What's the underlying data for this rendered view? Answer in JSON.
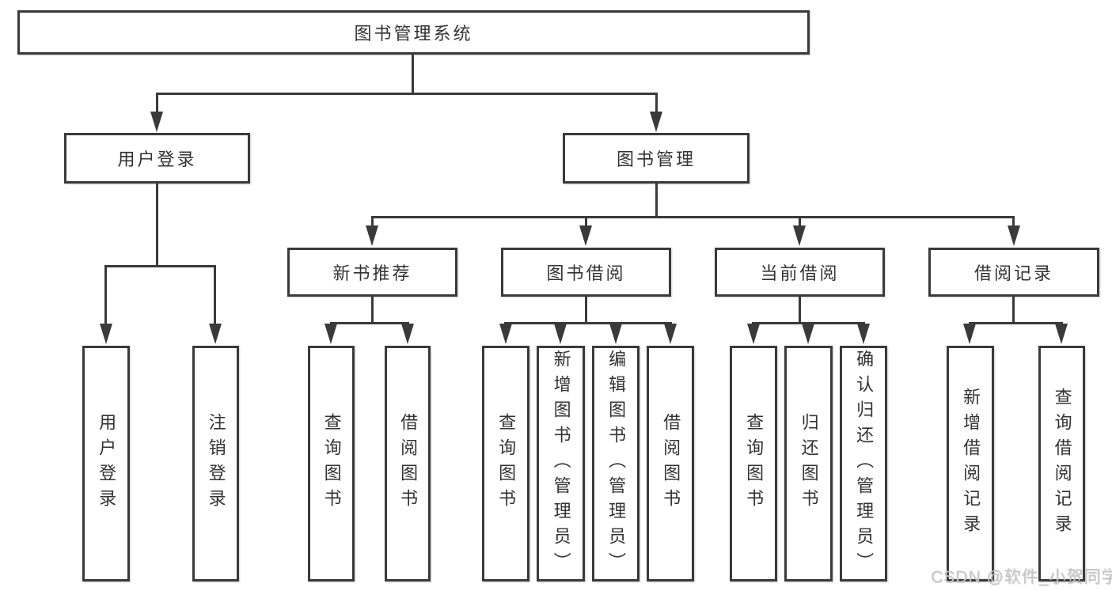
{
  "colors": {
    "line": "#3a3a3a",
    "text": "#333333",
    "background": "#ffffff",
    "watermark": "#c6c6c6"
  },
  "nodes": {
    "root": {
      "label": "图书管理系统"
    },
    "user_login": {
      "label": "用户登录"
    },
    "book_mgmt": {
      "label": "图书管理"
    },
    "new_books": {
      "label": "新书推荐"
    },
    "book_borrow": {
      "label": "图书借阅"
    },
    "current_borrow": {
      "label": "当前借阅"
    },
    "borrow_records": {
      "label": "借阅记录"
    },
    "leaf_user_login": {
      "label": "用户登录"
    },
    "leaf_logout": {
      "label": "注销登录"
    },
    "leaf_nb_query": {
      "label": "查询图书"
    },
    "leaf_nb_borrow": {
      "label": "借阅图书"
    },
    "leaf_bb_query": {
      "label": "查询图书"
    },
    "leaf_bb_add": {
      "label": "新增图书（管理员）"
    },
    "leaf_bb_edit": {
      "label": "编辑图书（管理员）"
    },
    "leaf_bb_borrow": {
      "label": "借阅图书"
    },
    "leaf_cb_query": {
      "label": "查询图书"
    },
    "leaf_cb_return": {
      "label": "归还图书"
    },
    "leaf_cb_confirm": {
      "label": "确认归还（管理员）"
    },
    "leaf_br_add": {
      "label": "新增借阅记录"
    },
    "leaf_br_query": {
      "label": "查询借阅记录"
    }
  },
  "watermark": {
    "text": "CSDN @软件_小贺同学"
  }
}
